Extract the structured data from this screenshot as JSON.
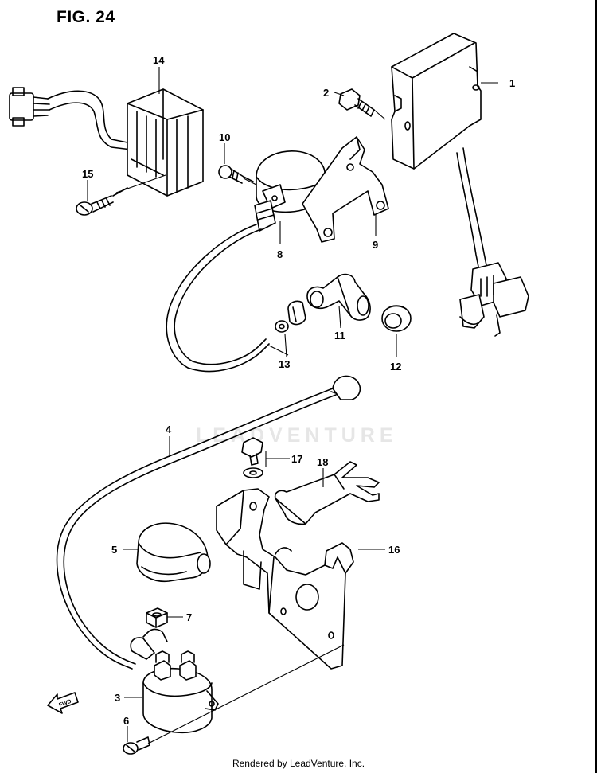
{
  "figure": {
    "title": "FIG. 24"
  },
  "watermark": {
    "text": "LEADVENTURE"
  },
  "footer": {
    "text": "Rendered by LeadVenture, Inc."
  },
  "direction_arrow": {
    "label": "FWD"
  },
  "callouts": {
    "c1": "1",
    "c2": "2",
    "c3": "3",
    "c4": "4",
    "c5": "5",
    "c6": "6",
    "c7": "7",
    "c8": "8",
    "c9": "9",
    "c10": "10",
    "c11": "11",
    "c12": "12",
    "c13": "13",
    "c14": "14",
    "c15": "15",
    "c16": "16",
    "c17": "17",
    "c18": "18"
  }
}
